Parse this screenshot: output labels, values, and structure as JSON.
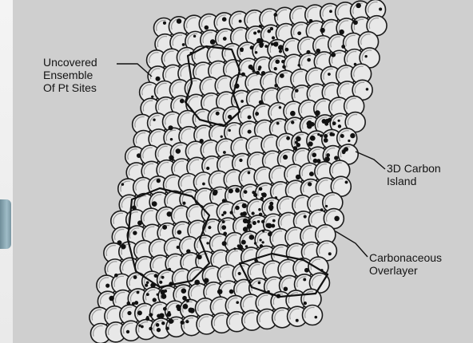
{
  "labels": {
    "uncovered": [
      "Uncovered",
      "Ensemble",
      "Of Pt Sites"
    ],
    "carbon_island": [
      "3D Carbon",
      "Island"
    ],
    "overlayer": [
      "Carbonaceous",
      "Overlayer"
    ]
  },
  "colors": {
    "background": "#cfcfcf",
    "atom_fill": "#e8e8e8",
    "atom_outline": "#1a1a1a",
    "carbon_dots": "#111111"
  },
  "icons": {
    "side_object": "partial-object-edge"
  }
}
